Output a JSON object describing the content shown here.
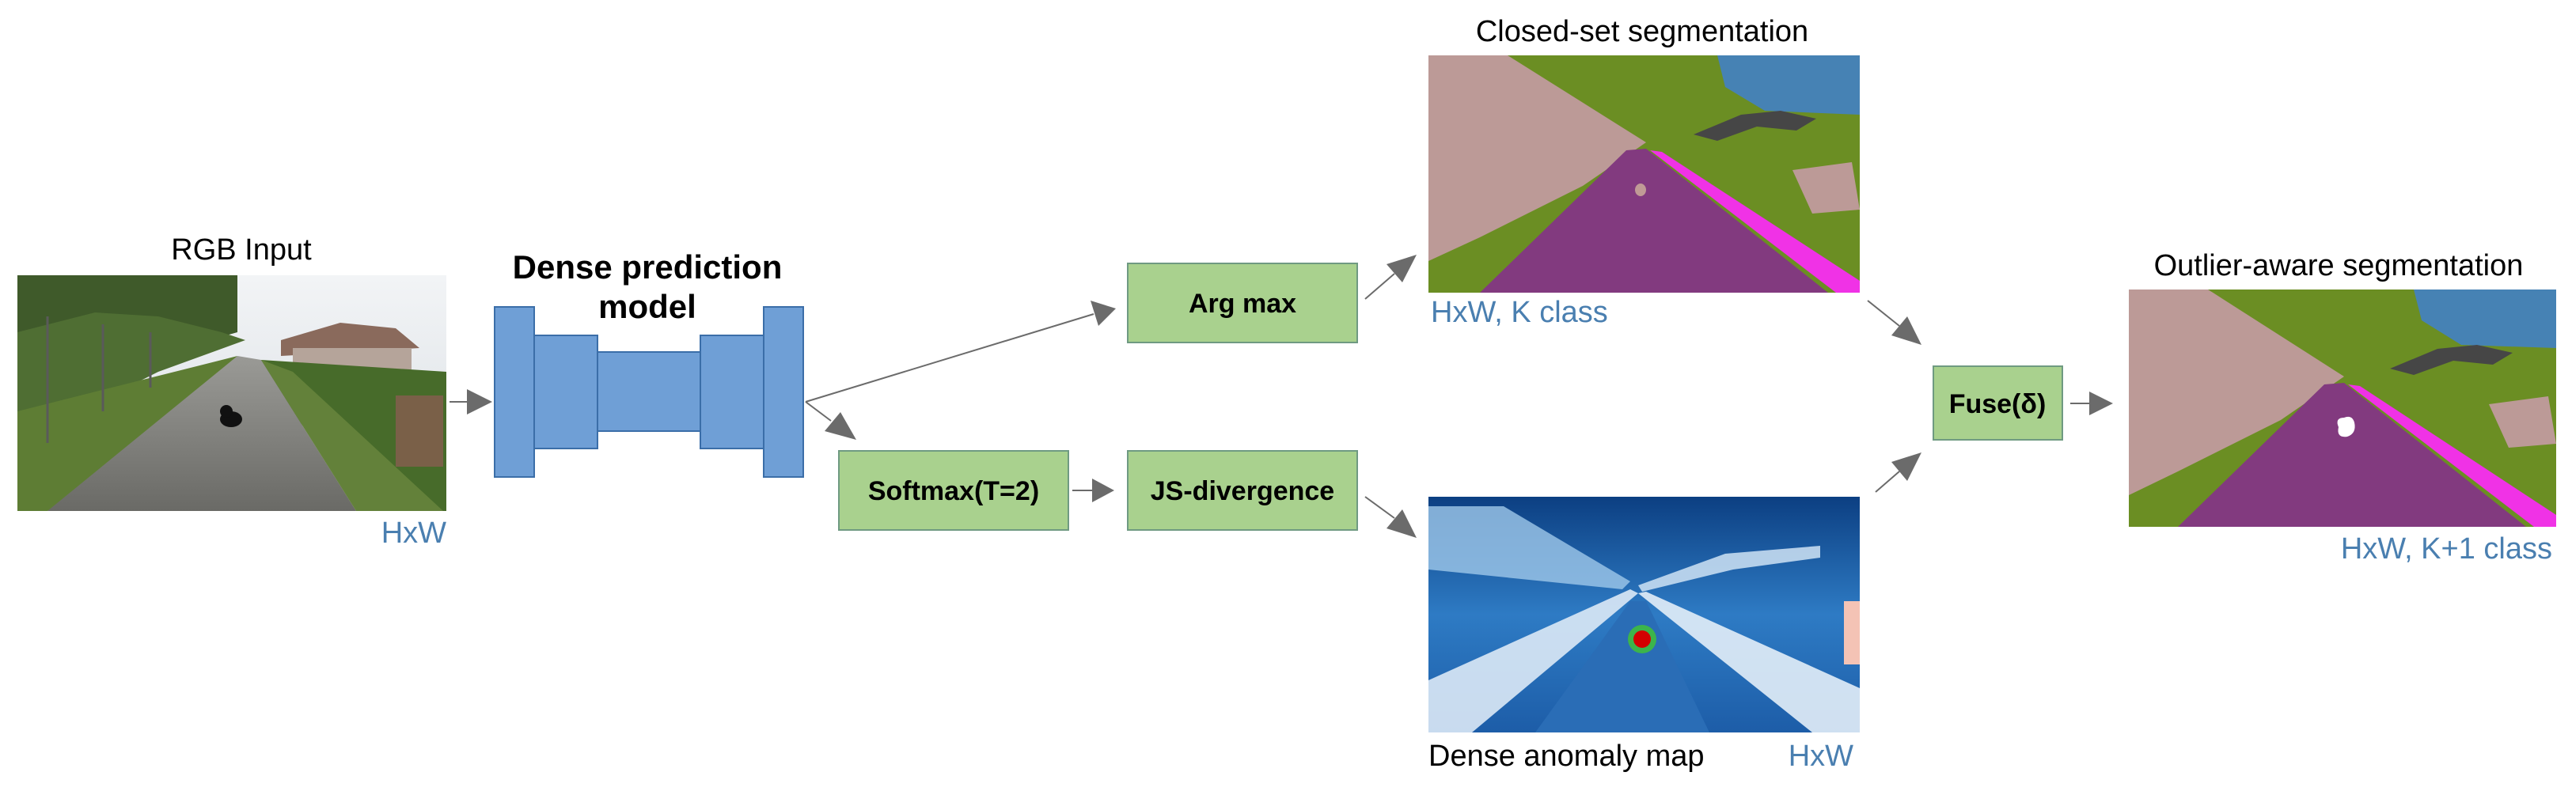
{
  "rgb_input": {
    "title": "RGB Input",
    "dim": "HxW"
  },
  "model": {
    "title_line1": "Dense prediction",
    "title_line2": "model"
  },
  "ops": {
    "argmax": "Arg max",
    "softmax": "Softmax(T=2)",
    "jsdiv": "JS-divergence",
    "fuse": "Fuse(δ)"
  },
  "closed_set": {
    "title": "Closed-set segmentation",
    "dim": "HxW, K class"
  },
  "anomaly": {
    "title": "Dense anomaly map",
    "dim": "HxW"
  },
  "outlier": {
    "title": "Outlier-aware segmentation",
    "dim": "HxW, K+1 class"
  },
  "colors": {
    "net_blue": "#6f9fd6",
    "op_green": "#a9d18e",
    "dim_text": "#4a7fb0",
    "road_purple": "#823a7f",
    "vegetation": "#6b8e23",
    "sky": "#4682b4",
    "building": "#c09a96"
  }
}
